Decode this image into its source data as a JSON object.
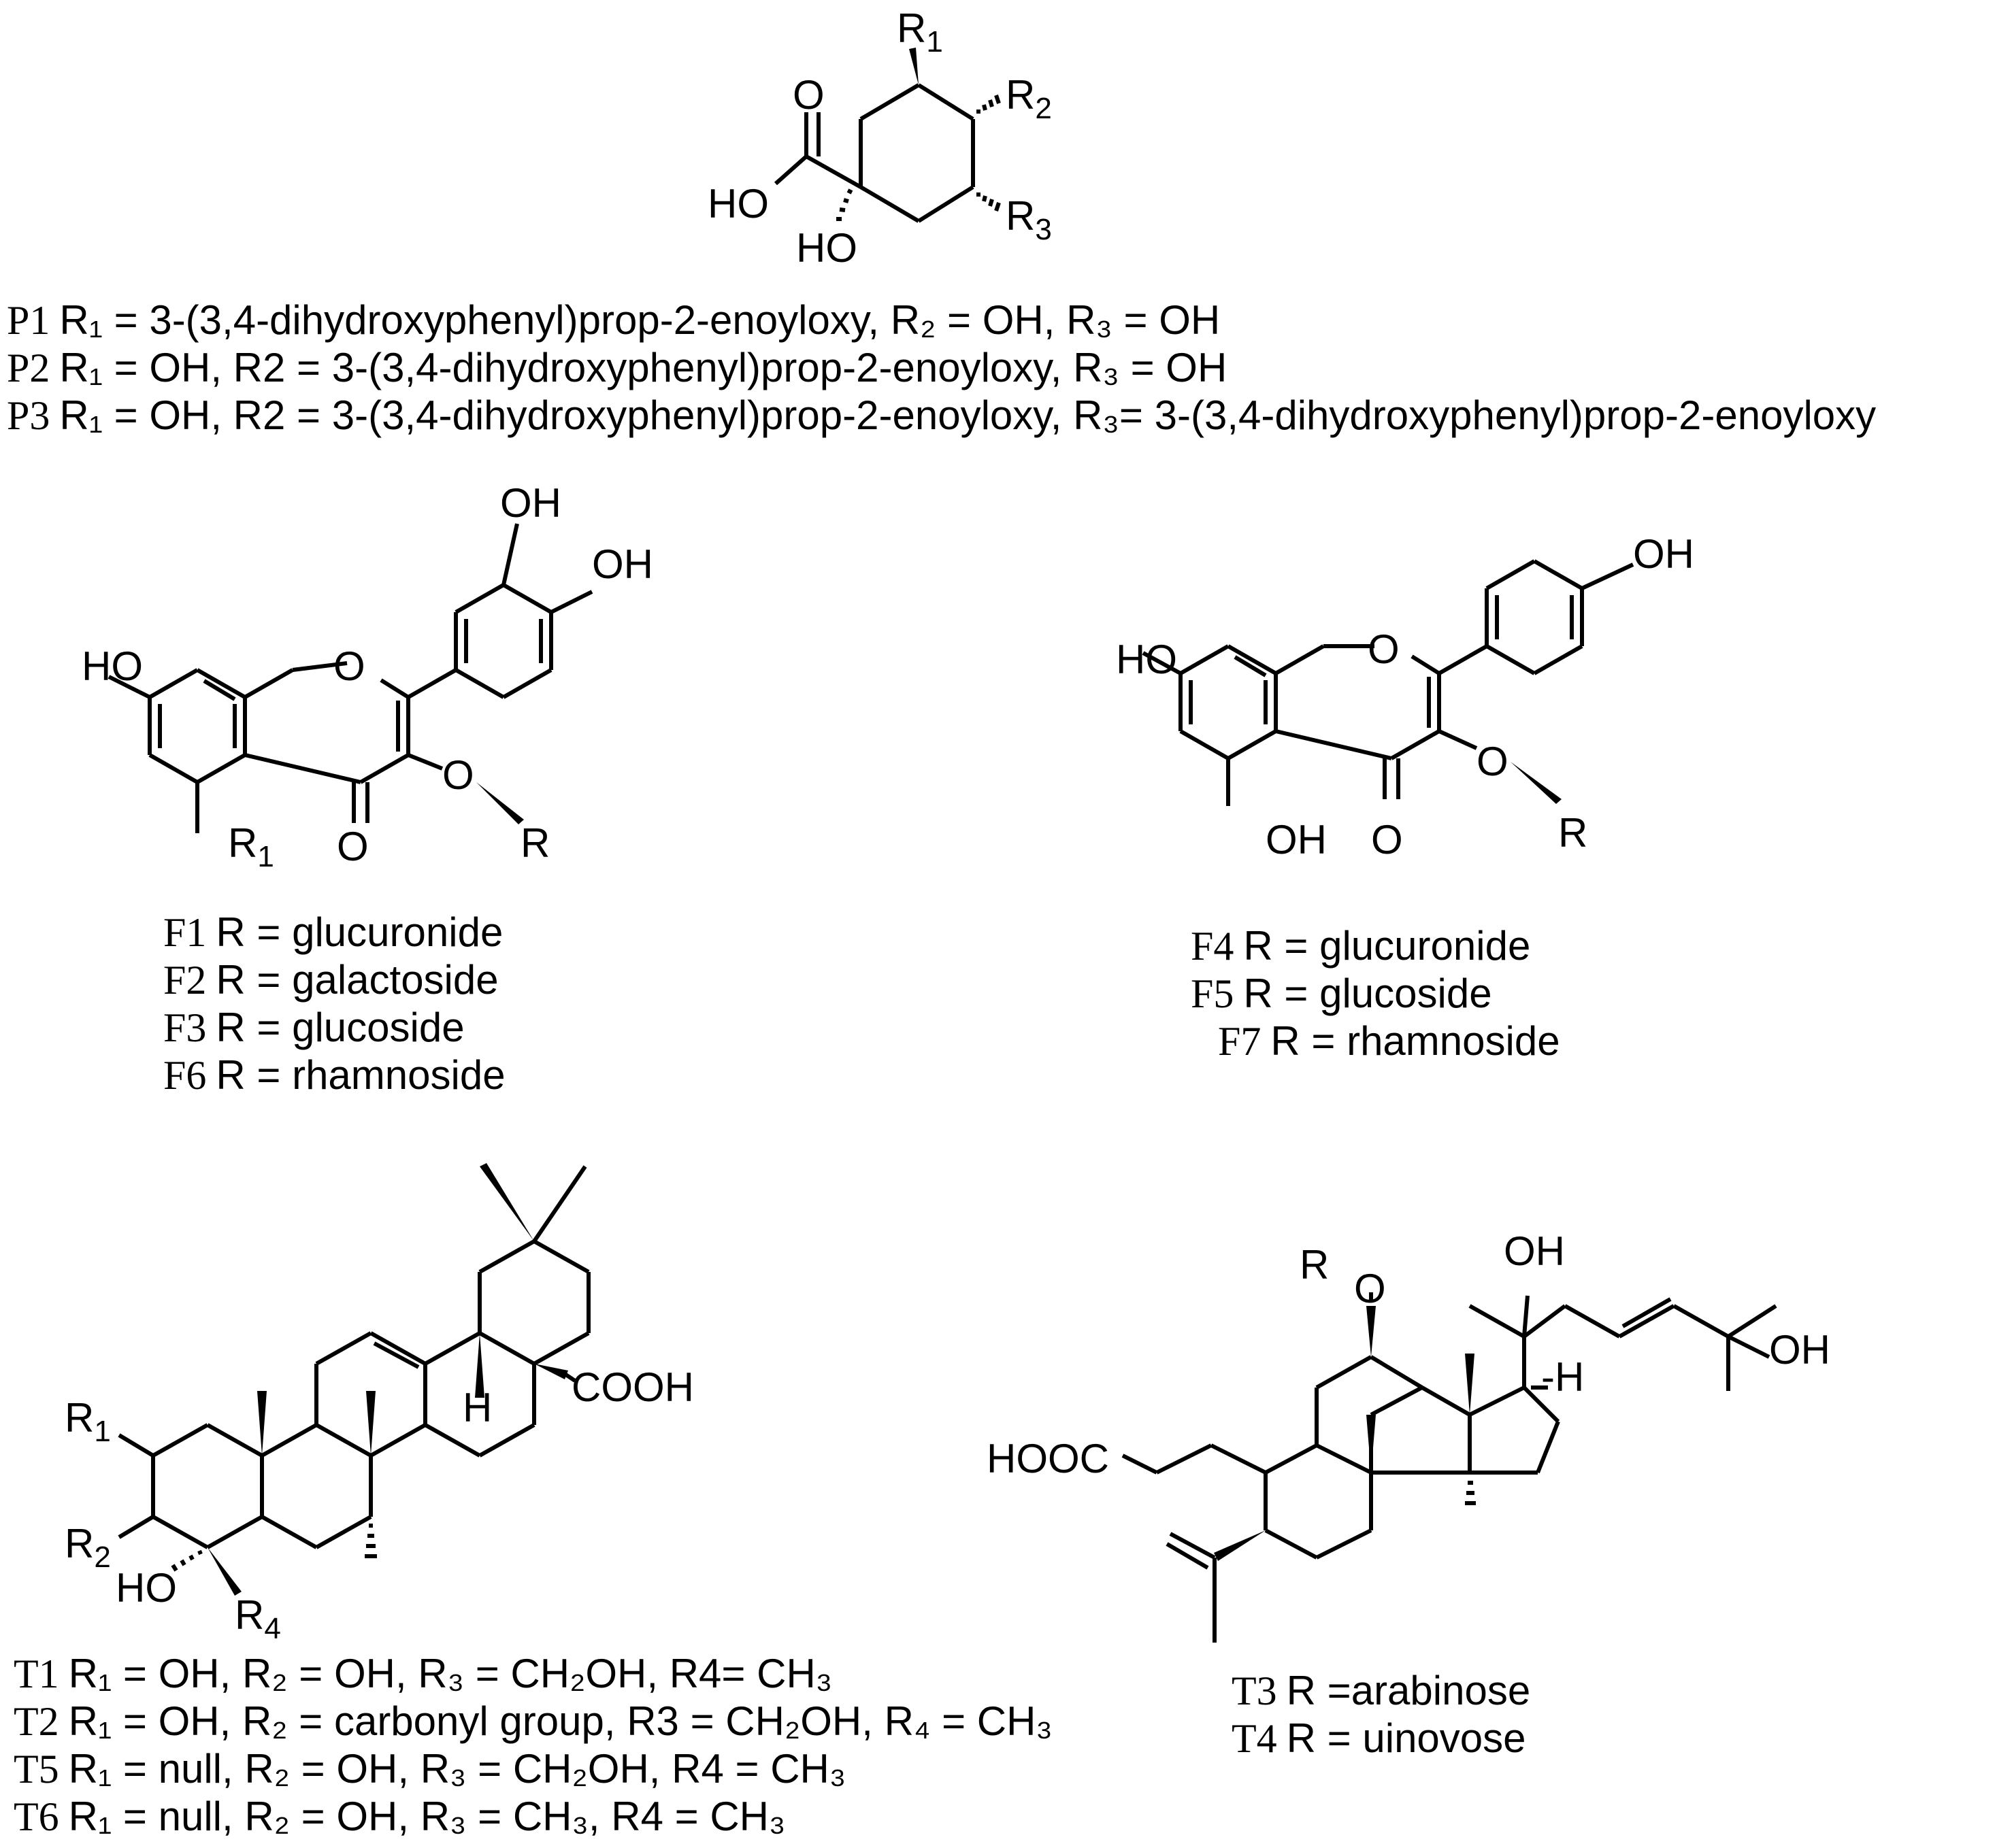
{
  "compounds": {
    "P": {
      "atoms": {
        "r1": "R1",
        "r2": "R2",
        "r3": "R3",
        "carbonyl_o": "O",
        "acid": "HO",
        "hydroxyl": "HO"
      },
      "captions": [
        {
          "id": "P1",
          "text": "R₁ = 3-(3,4-dihydroxyphenyl)prop-2-enoyloxy, R₂ = OH, R₃ = OH"
        },
        {
          "id": "P2",
          "text": "R₁ = OH, R2 = 3-(3,4-dihydroxyphenyl)prop-2-enoyloxy, R₃ = OH"
        },
        {
          "id": "P3",
          "text": "R₁ = OH, R2 = 3-(3,4-dihydroxyphenyl)prop-2-enoyloxy, R₃= 3-(3,4-dihydroxyphenyl)prop-2-enoyloxy"
        }
      ]
    },
    "F_left": {
      "atoms": {
        "oh_top": "OH",
        "oh_right": "OH",
        "ho_left": "HO",
        "ring_o": "O",
        "keto_o": "O",
        "ether_o": "O",
        "r": "R",
        "r1": "R1"
      },
      "captions": [
        {
          "id": "F1",
          "text": "R = glucuronide"
        },
        {
          "id": "F2",
          "text": "R = galactoside"
        },
        {
          "id": "F3",
          "text": "R = glucoside"
        },
        {
          "id": "F6",
          "text": "R = rhamnoside"
        }
      ]
    },
    "F_right": {
      "atoms": {
        "oh_top": "OH",
        "ho_left": "HO",
        "ring_o": "O",
        "keto_o": "O",
        "ether_o": "O",
        "r": "R",
        "oh_bottom": "OH"
      },
      "captions": [
        {
          "id": "F4",
          "text": "R = glucuronide"
        },
        {
          "id": "F5",
          "text": "R = glucoside"
        },
        {
          "id": "F7",
          "text": "R = rhamnoside"
        }
      ]
    },
    "T_left": {
      "atoms": {
        "r1": "R1",
        "r2": "R2",
        "ho": "HO",
        "r4": "R4",
        "h": "H",
        "cooh": "COOH"
      },
      "captions": [
        {
          "id": "T1",
          "text": "R₁ = OH, R₂ = OH, R₃ = CH₂OH, R4= CH₃"
        },
        {
          "id": "T2",
          "text": "R₁ = OH, R₂ = carbonyl group, R3 = CH₂OH, R₄ = CH₃"
        },
        {
          "id": "T5",
          "text": "R₁ = null, R₂ = OH, R₃ = CH₂OH, R4 = CH₃"
        },
        {
          "id": "T6",
          "text": "R₁ = null, R₂ = OH, R₃ = CH₃, R4 = CH₃"
        }
      ]
    },
    "T_right": {
      "atoms": {
        "r": "R",
        "o": "O",
        "oh_top": "OH",
        "oh_right": "OH",
        "h": "-H",
        "hooc": "HOOC"
      },
      "captions": [
        {
          "id": "T3",
          "text": "R =arabinose"
        },
        {
          "id": "T4",
          "text": "R = uinovose"
        }
      ]
    }
  }
}
